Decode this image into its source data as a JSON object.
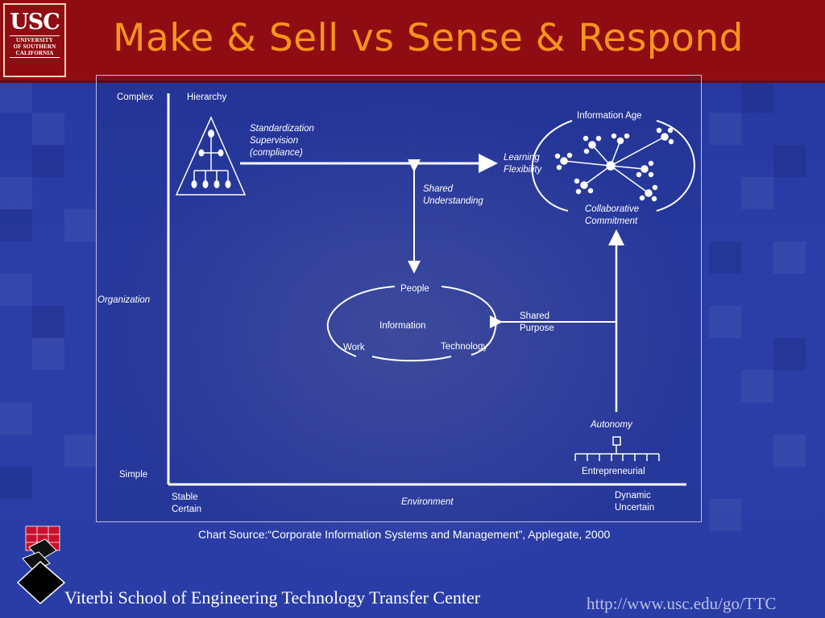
{
  "header": {
    "title": "Make & Sell vs Sense & Respond",
    "logo": {
      "main": "USC",
      "line1": "UNIVERSITY",
      "line2": "OF SOUTHERN",
      "line3": "CALIFORNIA"
    }
  },
  "diagram": {
    "axis": {
      "y_label": "Organization",
      "y_top": "Complex",
      "y_bottom": "Simple",
      "x_label": "Environment",
      "x_left_1": "Stable",
      "x_left_2": "Certain",
      "x_right_1": "Dynamic",
      "x_right_2": "Uncertain"
    },
    "hierarchy": {
      "label": "Hierarchy",
      "notes": [
        "Standardization",
        "Supervision",
        "(compliance)"
      ]
    },
    "information_age": {
      "label": "Information Age",
      "left_1": "Learning",
      "left_2": "Flexibility",
      "bottom_1": "Collaborative",
      "bottom_2": "Commitment"
    },
    "shared_understanding": [
      "Shared",
      "Understanding"
    ],
    "center": {
      "top": "People",
      "middle": "Information",
      "left": "Work",
      "right": "Technology"
    },
    "shared_purpose": [
      "Shared",
      "Purpose"
    ],
    "entrepreneurial": {
      "top": "Autonomy",
      "label": "Entrepreneurial"
    }
  },
  "source": "Chart Source:“Corporate Information Systems and Management”, Applegate, 2000",
  "footer": {
    "school": "Viterbi School of Engineering Technology Transfer Center",
    "url": "http://www.usc.edu/go/TTC"
  },
  "colors": {
    "title_bar": "#8f0d12",
    "title_text": "#f7941d",
    "background": "#2a3da6",
    "diagram_lines": "#ffffff"
  }
}
